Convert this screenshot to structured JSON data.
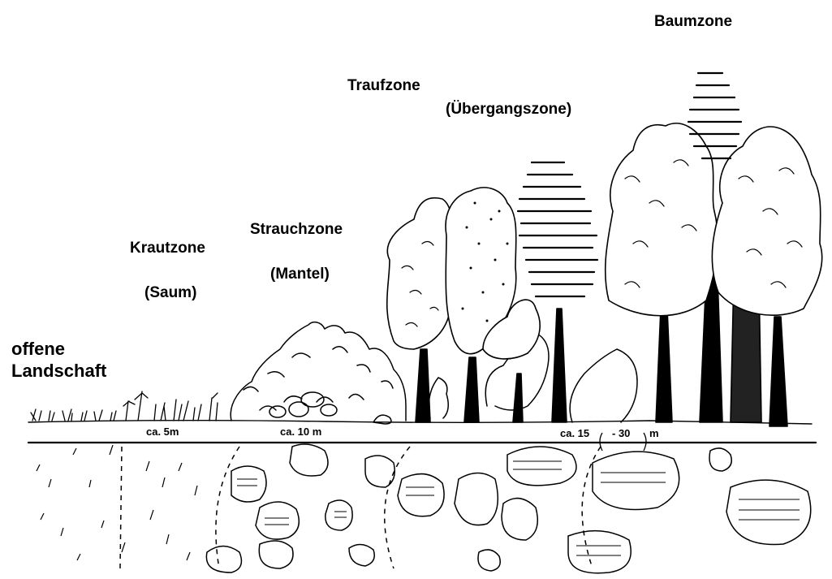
{
  "zones": {
    "offene": {
      "line1": "offene",
      "line2": "Landschaft"
    },
    "kraut": {
      "name": "Krautzone",
      "sub": "(Saum)"
    },
    "strauch": {
      "name": "Strauchzone",
      "sub": "(Mantel)"
    },
    "trauf": {
      "name": "Traufzone",
      "sub": "(Übergangszone)"
    },
    "baum": {
      "name": "Baumzone"
    }
  },
  "distances": {
    "kraut": "ca. 5m",
    "strauch": "ca. 10 m",
    "trauf_pre": "ca. 15",
    "trauf_mid": "- 30",
    "trauf_post": "m"
  },
  "colors": {
    "ink": "#000000",
    "paper": "#ffffff"
  }
}
